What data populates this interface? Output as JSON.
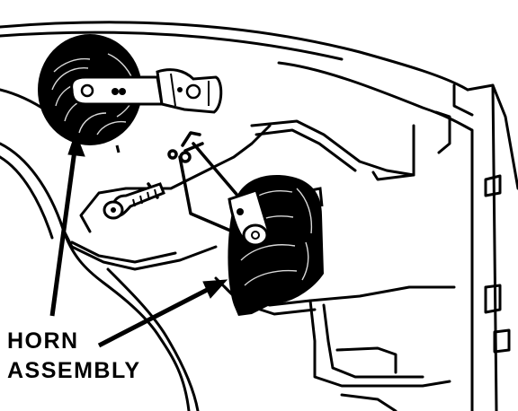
{
  "diagram": {
    "callout": {
      "line1": "HORN",
      "line2": "ASSEMBLY"
    },
    "components": [
      {
        "name": "horn-assembly-upper",
        "icon": "horn-icon"
      },
      {
        "name": "horn-assembly-lower",
        "icon": "horn-icon"
      },
      {
        "name": "mounting-bracket",
        "icon": "bracket-icon"
      },
      {
        "name": "mounting-bolt",
        "icon": "bolt-icon"
      }
    ],
    "colors": {
      "ink": "#000000",
      "paper": "#ffffff"
    }
  }
}
